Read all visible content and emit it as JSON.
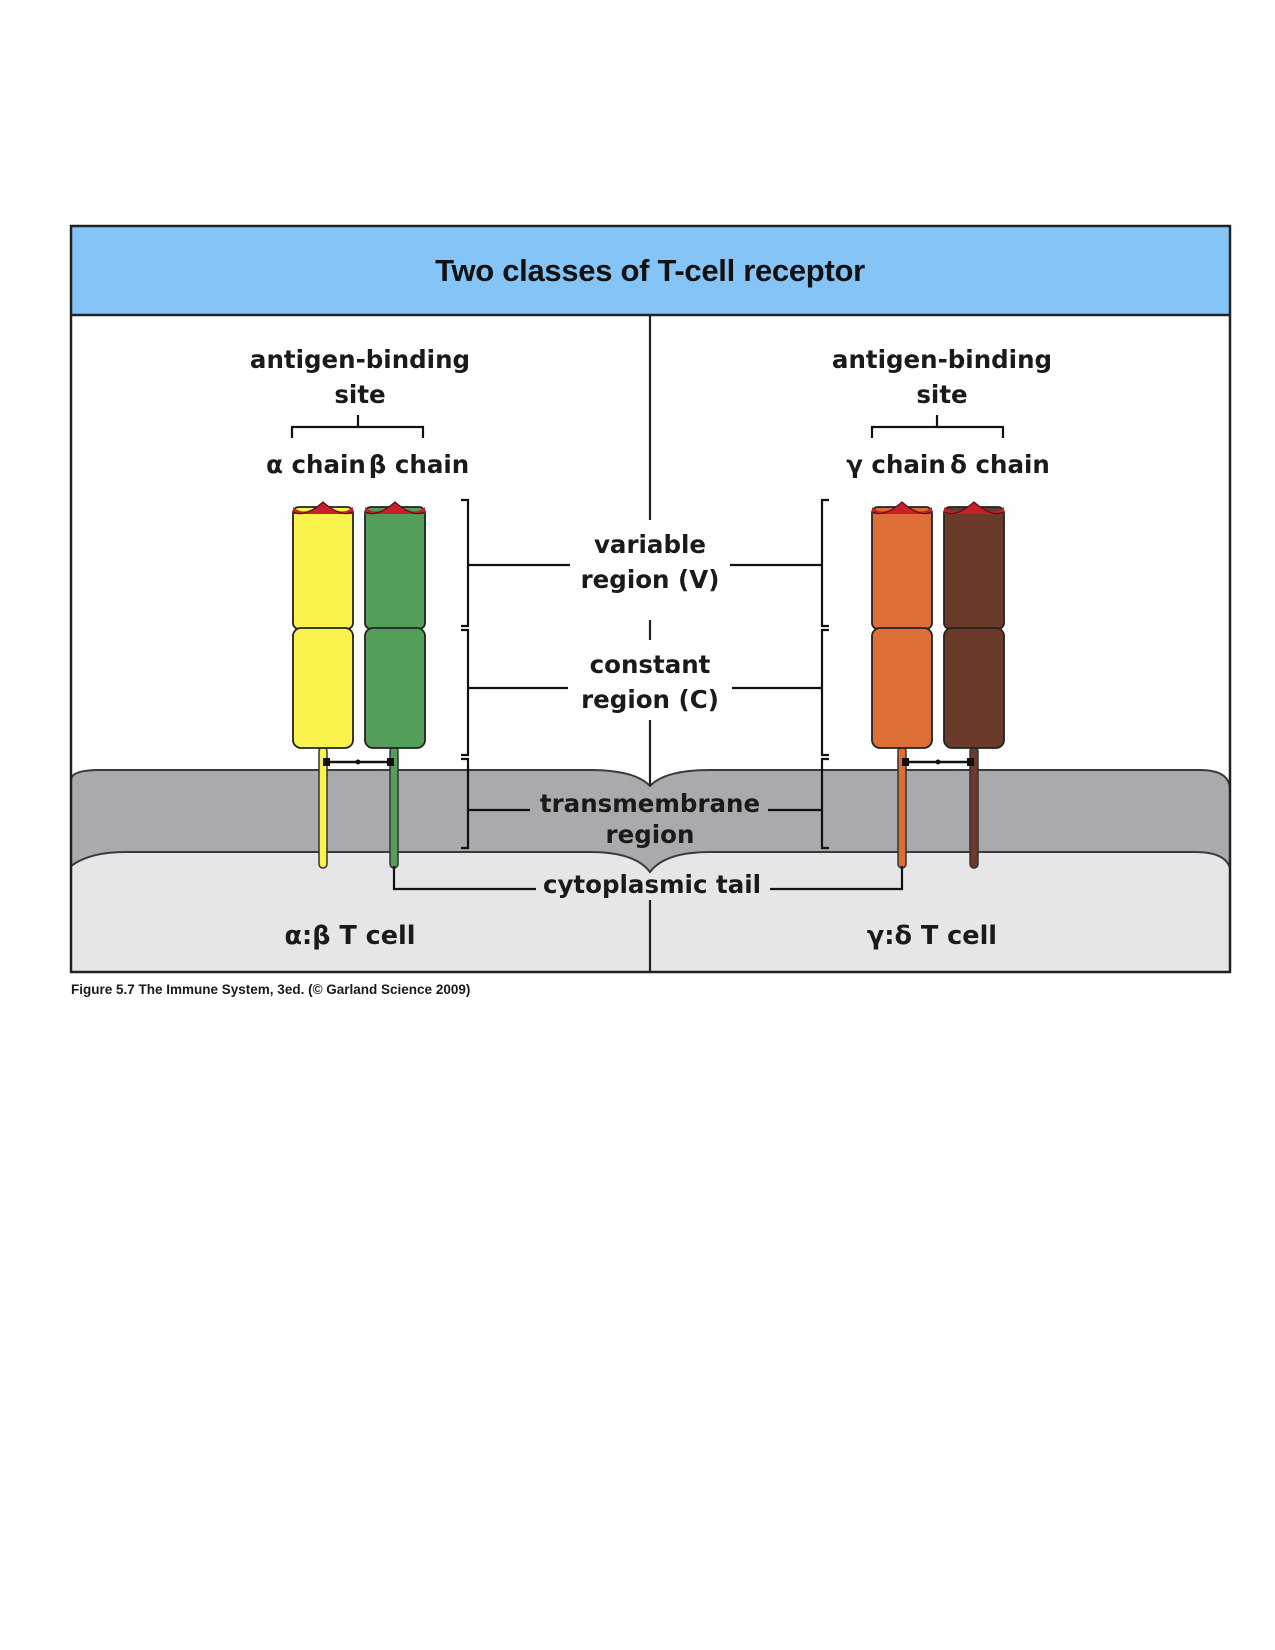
{
  "title": "Two classes of T-cell receptor",
  "colors": {
    "header_bg": "#85c4f7",
    "frame": "#222222",
    "membrane": "#a9aaae",
    "cytoplasm": "#e6e6e8",
    "alpha_chain": "#fbf34d",
    "beta_chain": "#539f5a",
    "gamma_chain": "#de6e37",
    "delta_chain": "#6b3a2b",
    "binding_site": "#c8202a"
  },
  "panels": {
    "left": {
      "antigen_site_line1": "antigen-binding",
      "antigen_site_line2": "site",
      "chain_1": "α chain",
      "chain_2": "β chain",
      "cell_label": "α:β T cell"
    },
    "right": {
      "antigen_site_line1": "antigen-binding",
      "antigen_site_line2": "site",
      "chain_1": "γ chain",
      "chain_2": "δ chain",
      "cell_label": "γ:δ T cell"
    }
  },
  "regions": {
    "variable_line1": "variable",
    "variable_line2": "region (V)",
    "constant_line1": "constant",
    "constant_line2": "region (C)",
    "transmembrane_line1": "transmembrane",
    "transmembrane_line2": "region",
    "cytoplasmic": "cytoplasmic tail"
  },
  "caption": "Figure 5.7 The Immune System, 3ed. (© Garland Science 2009)"
}
